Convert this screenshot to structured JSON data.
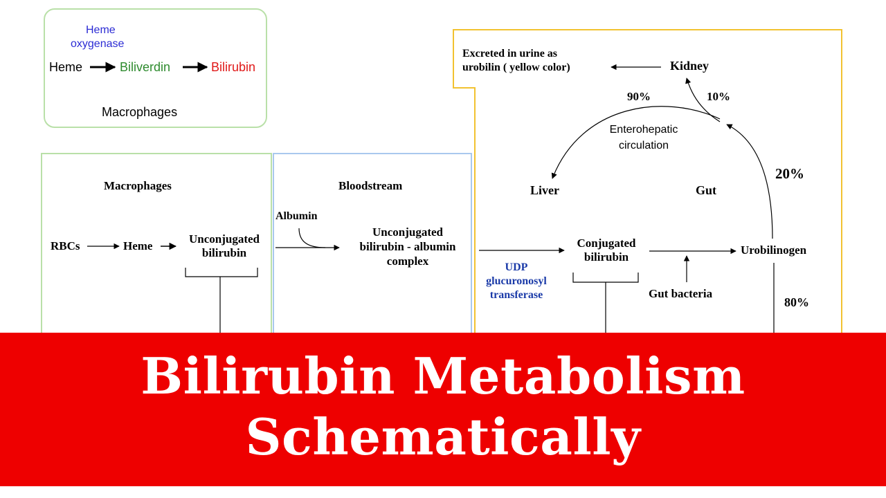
{
  "heme_box": {
    "enzyme": "Heme oxygenase",
    "heme": "Heme",
    "biliverdin": "Biliverdin",
    "bilirubin": "Bilirubin",
    "location": "Macrophages",
    "colors": {
      "enzyme": "#2b2bd4",
      "biliverdin": "#2e8b2e",
      "bilirubin": "#e01818",
      "border": "#b9e0a8"
    }
  },
  "macrophages": {
    "title": "Macrophages",
    "rbcs": "RBCs",
    "heme": "Heme",
    "unconjugated_1": "Unconjugated",
    "unconjugated_2": "bilirubin"
  },
  "bloodstream": {
    "title": "Bloodstream",
    "albumin": "Albumin",
    "complex_1": "Unconjugated",
    "complex_2": "bilirubin - albumin",
    "complex_3": "complex"
  },
  "liver_gut": {
    "enzyme_1": "UDP",
    "enzyme_2": "glucuronosyl",
    "enzyme_3": "transferase",
    "conjugated_1": "Conjugated",
    "conjugated_2": "bilirubin",
    "gut_bacteria": "Gut bacteria",
    "urobilinogen": "Urobilinogen",
    "liver": "Liver",
    "gut": "Gut",
    "kidney": "Kidney",
    "excreted_1": "Excreted in urine as",
    "excreted_2": "urobilin ( yellow color)",
    "enterohepatic_1": "Enterohepatic",
    "enterohepatic_2": "circulation",
    "pct_90": "90%",
    "pct_10": "10%",
    "pct_20": "20%",
    "pct_80": "80%",
    "colors": {
      "enzyme": "#1a3aa8",
      "border": "#f2c230"
    }
  },
  "banner": {
    "line1": "Bilirubin Metabolism",
    "line2": "Schematically",
    "colors": {
      "background": "#ee0000",
      "text": "#ffffff"
    }
  }
}
